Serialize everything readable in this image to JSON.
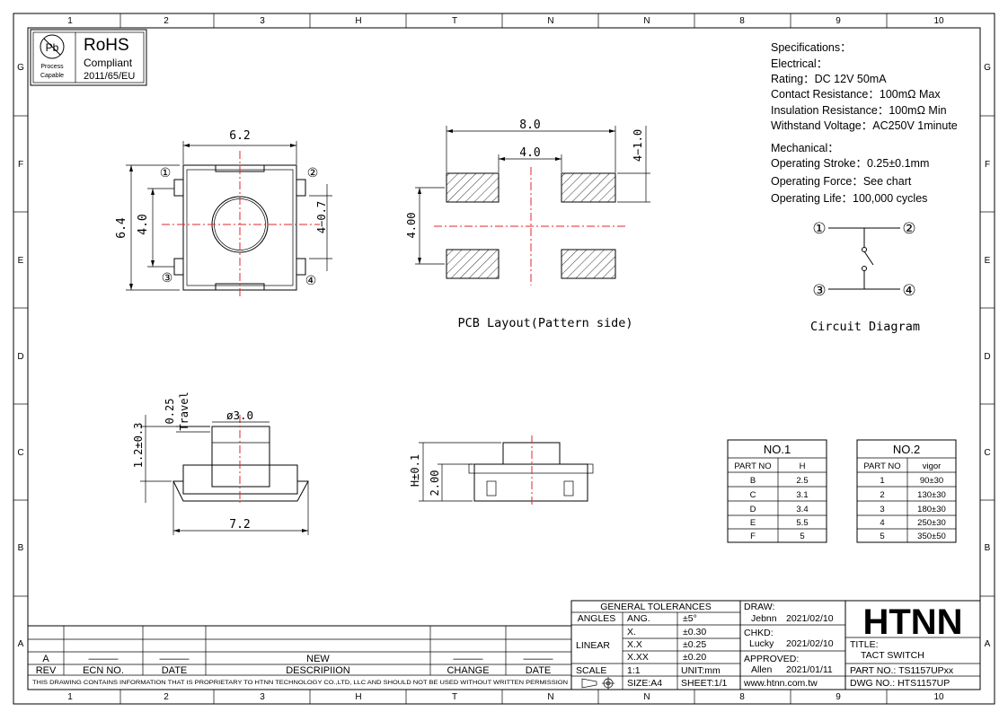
{
  "frame": {
    "columns": [
      "1",
      "2",
      "3",
      "H",
      "T",
      "N",
      "N",
      "8",
      "9",
      "10"
    ],
    "rows": [
      "G",
      "F",
      "E",
      "D",
      "C",
      "B",
      "A"
    ]
  },
  "rohs": {
    "pb": "Pb",
    "process": "Process",
    "capable": "Capable",
    "title": "RoHS",
    "compliant": "Compliant",
    "directive": "2011/65/EU"
  },
  "specs": {
    "heading": "Specifications：",
    "electrical": "Electrical：",
    "rating": "Rating：DC 12V 50mA",
    "contact": "Contact Resistance：100mΩ Max",
    "insulation": "Insulation Resistance：100mΩ Min",
    "withstand": "Withstand Voltage：AC250V 1minute",
    "mechanical": "Mechanical：",
    "stroke": "Operating Stroke：0.25±0.1mm",
    "force": "Operating Force：See chart",
    "life": "Operating Life：100,000 cycles"
  },
  "top_view": {
    "w": "6.2",
    "h": "6.4",
    "inner": "4.0",
    "pin": "4−0.7",
    "pins": [
      "①",
      "②",
      "③",
      "④"
    ]
  },
  "pcb": {
    "w": "8.0",
    "inner": "4.0",
    "h": "4.00",
    "pad": "4−1.0",
    "caption": "PCB Layout(Pattern side)"
  },
  "circuit": {
    "pins": [
      "①",
      "②",
      "③",
      "④"
    ],
    "caption": "Circuit Diagram"
  },
  "side_view": {
    "travel_val": "0.25",
    "travel_label": "Travel",
    "dia": "ø3.0",
    "height": "1.2±0.3",
    "width": "7.2"
  },
  "front_view": {
    "h": "H±0.1",
    "body": "2.00"
  },
  "table1": {
    "title": "NO.1",
    "headers": [
      "PART NO",
      "H"
    ],
    "rows": [
      [
        "B",
        "2.5"
      ],
      [
        "C",
        "3.1"
      ],
      [
        "D",
        "3.4"
      ],
      [
        "E",
        "5.5"
      ],
      [
        "F",
        "5"
      ]
    ]
  },
  "table2": {
    "title": "NO.2",
    "headers": [
      "PART NO",
      "vigor"
    ],
    "rows": [
      [
        "1",
        "90±30"
      ],
      [
        "2",
        "130±30"
      ],
      [
        "3",
        "180±30"
      ],
      [
        "4",
        "250±30"
      ],
      [
        "5",
        "350±50"
      ]
    ]
  },
  "revision": {
    "row_a": [
      "A",
      "———",
      "———",
      "NEW",
      "———",
      "———"
    ],
    "headers": [
      "REV",
      "ECN NO.",
      "DATE",
      "DESCRIPIION",
      "CHANGE",
      "DATE"
    ],
    "notice": "THIS DRAWING CONTAINS INFORMATION THAT IS PROPRIETARY TO HTNN TECHNOLOGY CO.,LTD, LLC AND SHOULD NOT BE USED WITHOUT WRITTEN PERMISSION"
  },
  "tolerances": {
    "title": "GENERAL TOLERANCES",
    "angles": "ANGLES",
    "ang": "ANG.",
    "ang_val": "±5°",
    "linear": "LINEAR",
    "x1": "X.",
    "x1v": "±0.30",
    "x2": "X.X",
    "x2v": "±0.25",
    "x3": "X.XX",
    "x3v": "±0.20",
    "scale": "SCALE",
    "scale_val": "1:1",
    "unit": "UNIT:mm",
    "size": "SIZE:A4",
    "sheet": "SHEET:1/1"
  },
  "approvals": {
    "draw": "DRAW:",
    "draw_name": "Jebnn",
    "draw_date": "2021/02/10",
    "chkd": "CHKD:",
    "chkd_name": "Lucky",
    "chkd_date": "2021/02/10",
    "appr": "APPROVED:",
    "appr_name": "Allen",
    "appr_date": "2021/01/11",
    "web": "www.htnn.com.tw"
  },
  "titleblock": {
    "logo": "HTNN",
    "title_label": "TITLE:",
    "title": "TACT SWITCH",
    "part": "PART NO.: TS1157UPxx",
    "dwg": "DWG  NO.: HTS1157UP"
  }
}
